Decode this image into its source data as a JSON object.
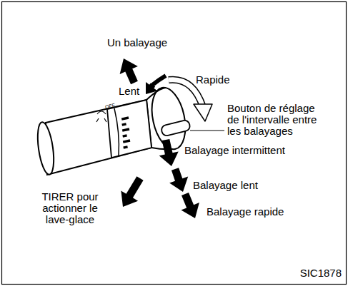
{
  "diagram": {
    "labels": [
      "Un balayage",
      "Rapide",
      "Lent",
      "Bouton de réglage de l'intervalle entre les balayages",
      "Balayage intermittent",
      "Balayage lent",
      "Balayage rapide",
      "TIRER pour actionner le lave-glace",
      "SIC1878",
      "OFF"
    ]
  }
}
